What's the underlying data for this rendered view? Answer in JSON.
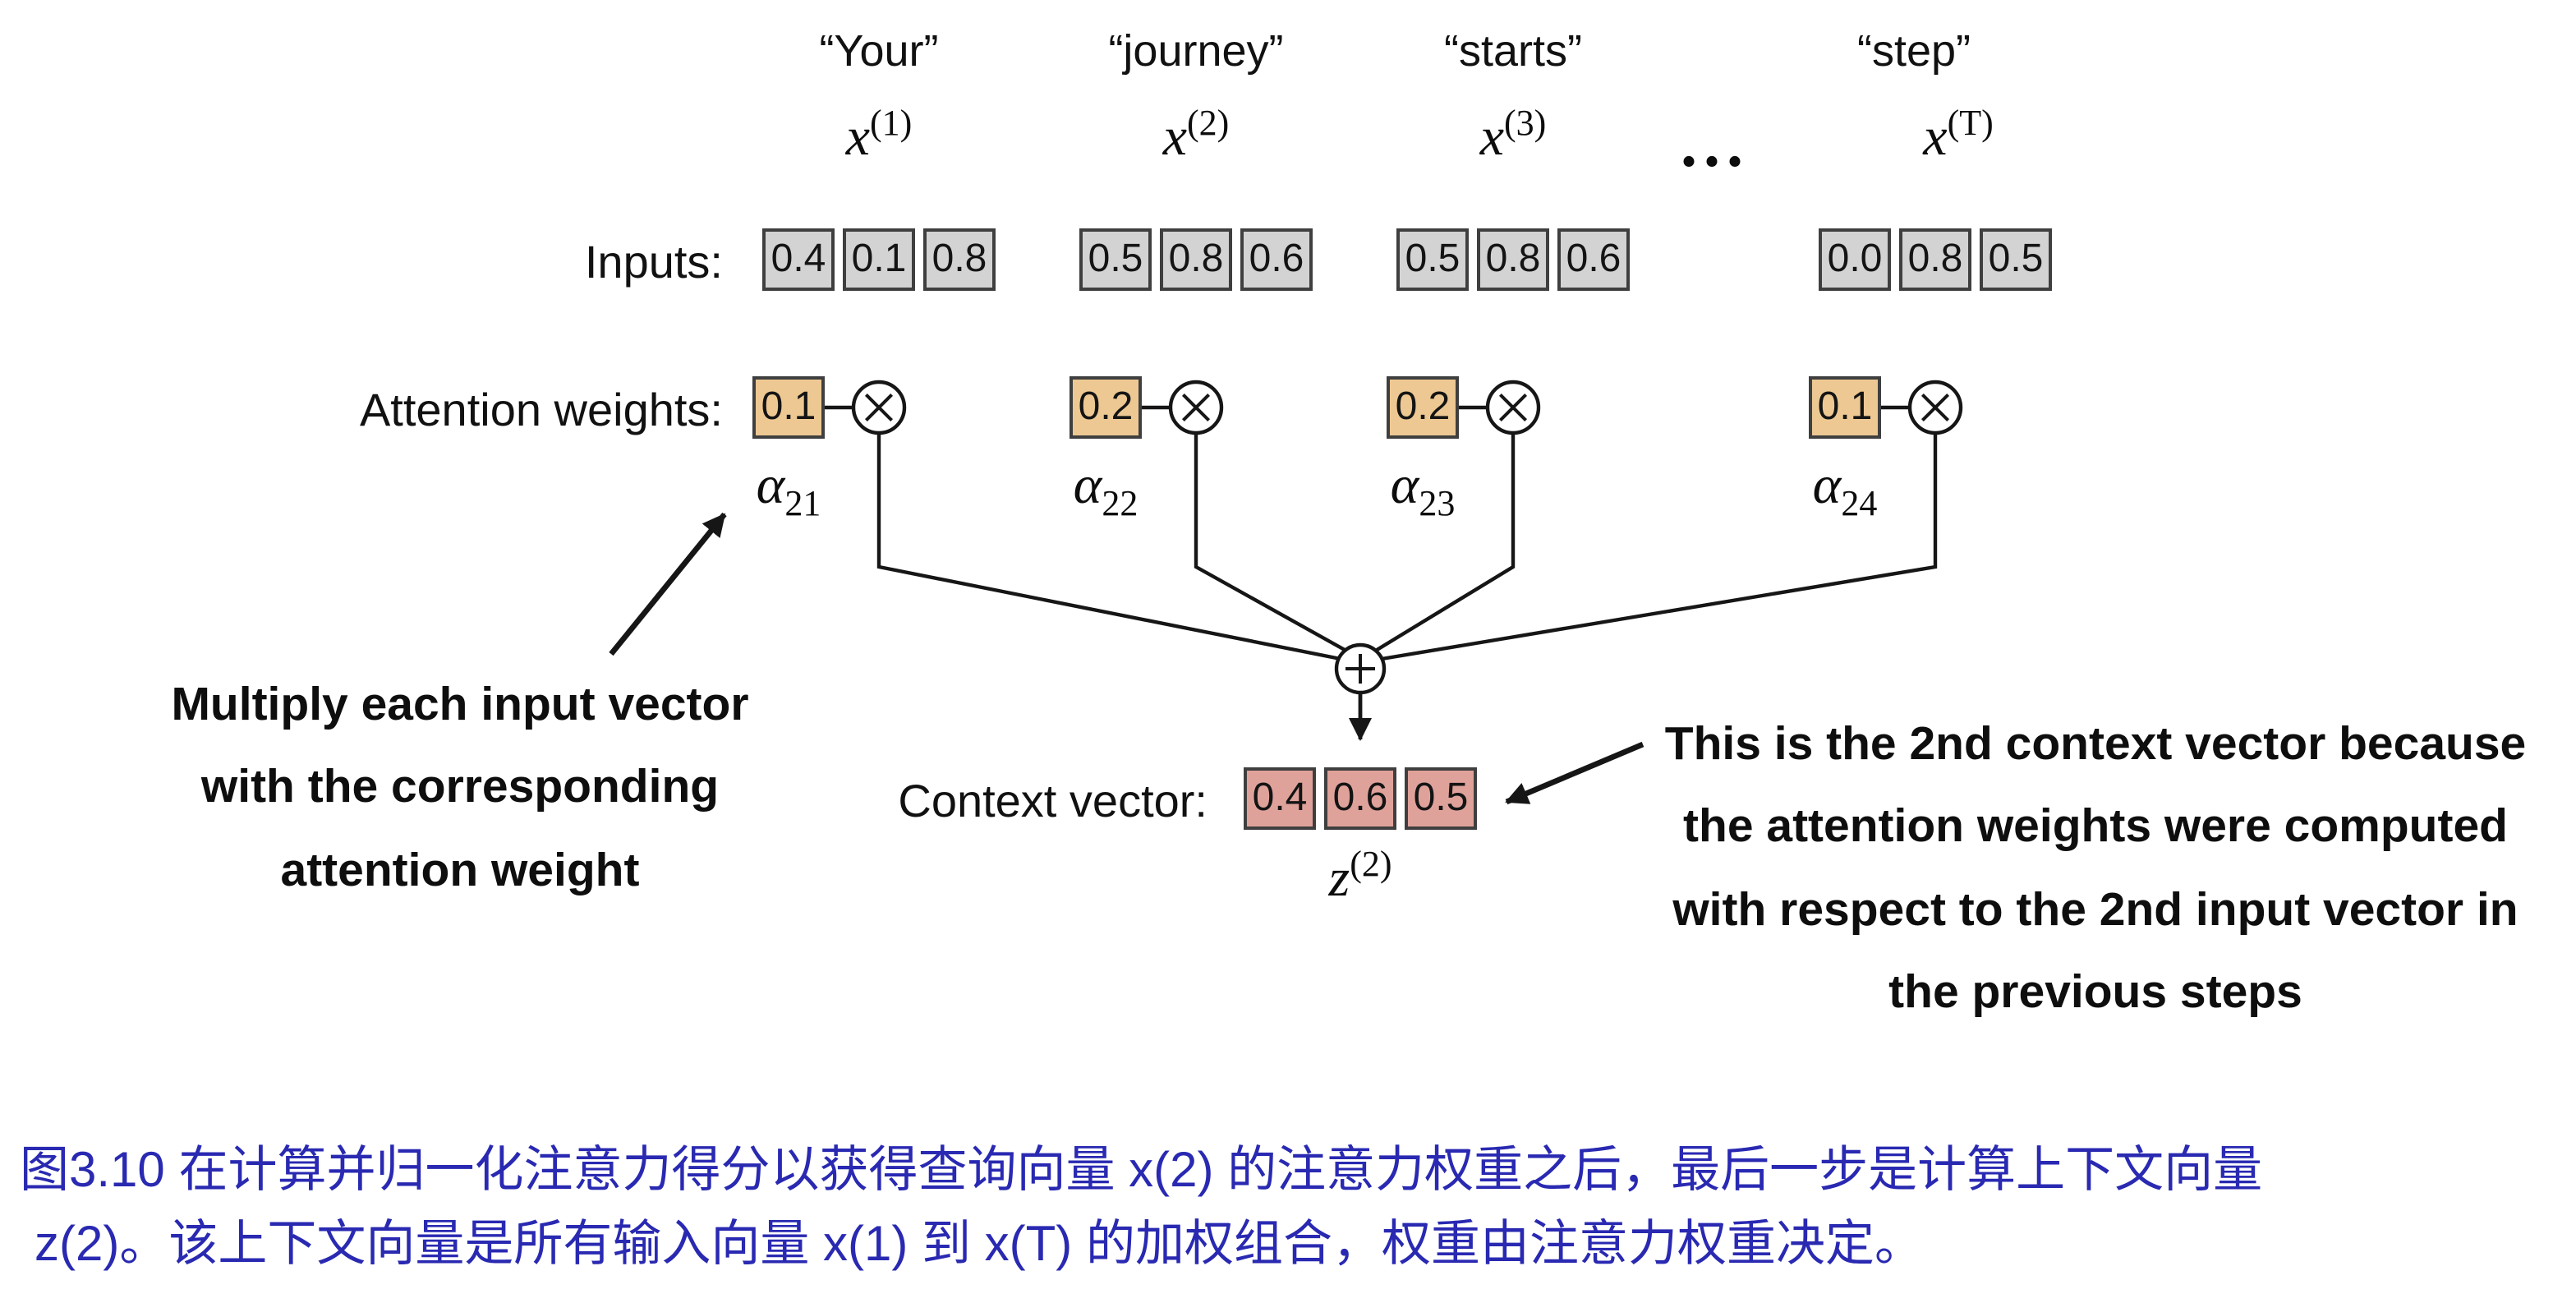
{
  "diagram": {
    "inputs_label": "Inputs:",
    "attention_label": "Attention weights:",
    "context_label": "Context vector:",
    "ellipsis": "...",
    "columns": [
      {
        "word": "“Your”",
        "var_base": "x",
        "var_sup": "(1)",
        "values": [
          "0.4",
          "0.1",
          "0.8"
        ],
        "weight": "0.1",
        "alpha_base": "α",
        "alpha_sub": "21"
      },
      {
        "word": "“journey”",
        "var_base": "x",
        "var_sup": "(2)",
        "values": [
          "0.5",
          "0.8",
          "0.6"
        ],
        "weight": "0.2",
        "alpha_base": "α",
        "alpha_sub": "22"
      },
      {
        "word": "“starts”",
        "var_base": "x",
        "var_sup": "(3)",
        "values": [
          "0.5",
          "0.8",
          "0.6"
        ],
        "weight": "0.2",
        "alpha_base": "α",
        "alpha_sub": "23"
      },
      {
        "word": "“step”",
        "var_base": "x",
        "var_sup": "(T)",
        "values": [
          "0.0",
          "0.8",
          "0.5"
        ],
        "weight": "0.1",
        "alpha_base": "α",
        "alpha_sub": "24"
      }
    ],
    "context_vector": {
      "values": [
        "0.4",
        "0.6",
        "0.5"
      ],
      "var_base": "z",
      "var_sup": "(2)"
    },
    "notes": {
      "left": {
        "lines": [
          "Multiply each input vector",
          "with the corresponding",
          "attention weight"
        ]
      },
      "right": {
        "lines": [
          "This is the 2nd context vector because",
          "the attention weights were computed",
          "with respect to the 2nd input vector in",
          "the previous steps"
        ]
      }
    },
    "colors": {
      "input_box": "#d3d3d3",
      "weight_box": "#edc892",
      "context_box": "#dfa29a",
      "caption_text": "#2929b2"
    }
  },
  "caption": {
    "line1": "图3.10 在计算并归一化注意力得分以获得查询向量 x(2) 的注意力权重之后，最后一步是计算上下文向量",
    "line2": "z(2)。该上下文向量是所有输入向量 x(1) 到 x(T) 的加权组合，权重由注意力权重决定。"
  }
}
